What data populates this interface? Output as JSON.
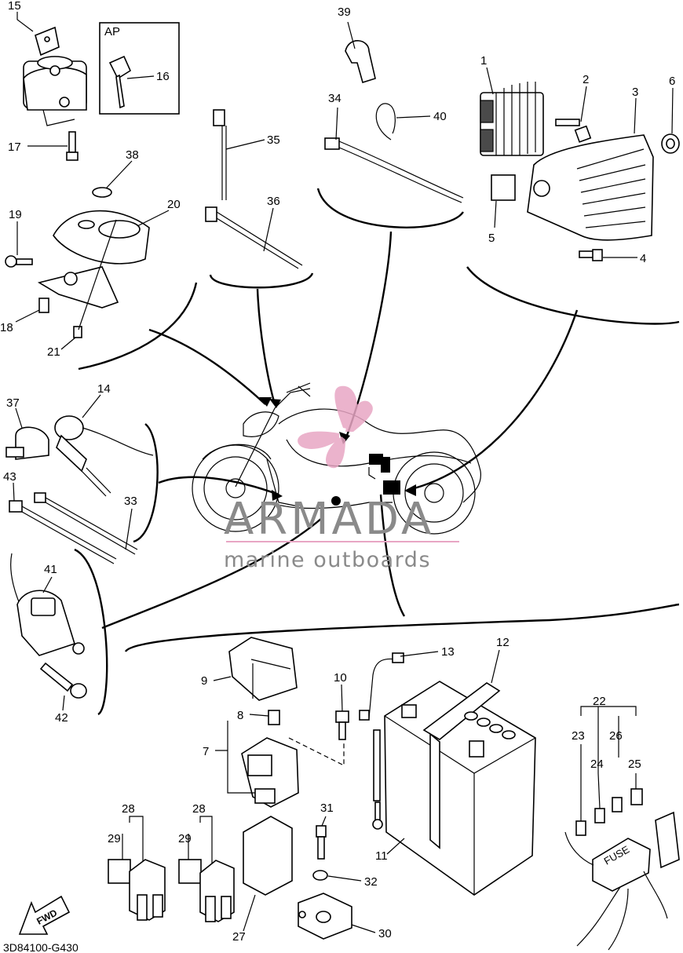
{
  "diagram": {
    "inset_label": "AP",
    "fwd_label": "FWD",
    "fuse_label": "FUSE",
    "drawing_code": "3D84100-G430",
    "watermark": {
      "title": "ARMADA",
      "subtitle": "marine outboards"
    },
    "callouts": {
      "c1": "1",
      "c2": "2",
      "c3": "3",
      "c4": "4",
      "c5": "5",
      "c6": "6",
      "c7": "7",
      "c8": "8",
      "c9": "9",
      "c10": "10",
      "c11": "11",
      "c12": "12",
      "c13": "13",
      "c14": "14",
      "c15": "15",
      "c16": "16",
      "c17": "17",
      "c18": "18",
      "c19": "19",
      "c20": "20",
      "c21": "21",
      "c22": "22",
      "c23": "23",
      "c24": "24",
      "c25": "25",
      "c26": "26",
      "c27": "27",
      "c28a": "28",
      "c28b": "28",
      "c29a": "29",
      "c29b": "29",
      "c30": "30",
      "c31": "31",
      "c32": "32",
      "c33": "33",
      "c34": "34",
      "c35": "35",
      "c36": "36",
      "c37": "37",
      "c38": "38",
      "c39": "39",
      "c40": "40",
      "c41": "41",
      "c42": "42",
      "c43": "43"
    },
    "colors": {
      "ink": "#000000",
      "watermark_pink": "#e8a6c4",
      "watermark_grey": "#8a8a8a"
    }
  }
}
